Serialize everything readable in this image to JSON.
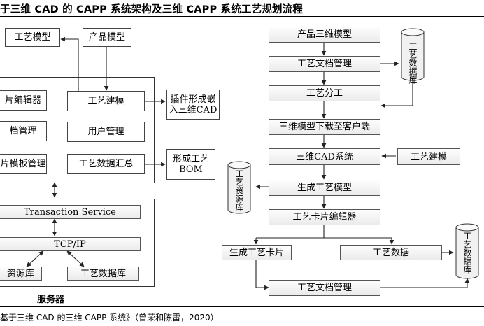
{
  "title": "于三维 CAD 的 CAPP 系统架构及三维 CAPP 系统工艺规划流程",
  "source": "基于三维 CAD 的三维 CAPP 系统》（曾荣和陈雷，2020）",
  "left": {
    "process_model": "工艺模型",
    "product_model": "产品模型",
    "card_editor": "片编辑器",
    "process_modeling": "工艺建模",
    "doc_mgmt": "档管理",
    "user_mgmt": "用户管理",
    "template_mgmt": "片模板管理",
    "data_summary": "工艺数据汇总",
    "plugin_form": "插件形成嵌\n入三维CAD",
    "bom_form": "形成工艺\nBOM",
    "transaction": "Transaction Service",
    "tcpip": "TCP/IP",
    "resource_db": "资源库",
    "process_db": "工艺数据库",
    "server_label": "服务器"
  },
  "right": {
    "product_3d": "产品三维模型",
    "doc_mgmt": "工艺文档管理",
    "division": "工艺分工",
    "download": "三维模型下载至客户端",
    "cad_system": "三维CAD系统",
    "modeling": "工艺建模",
    "gen_model": "生成工艺模型",
    "card_editor": "工艺卡片编辑器",
    "gen_card": "生成工艺卡片",
    "process_data": "工艺数据",
    "doc_mgmt2": "工艺文档管理",
    "db_top": "工艺数据库",
    "db_resource": "工艺资源库",
    "db_bottom": "工艺数据库"
  }
}
